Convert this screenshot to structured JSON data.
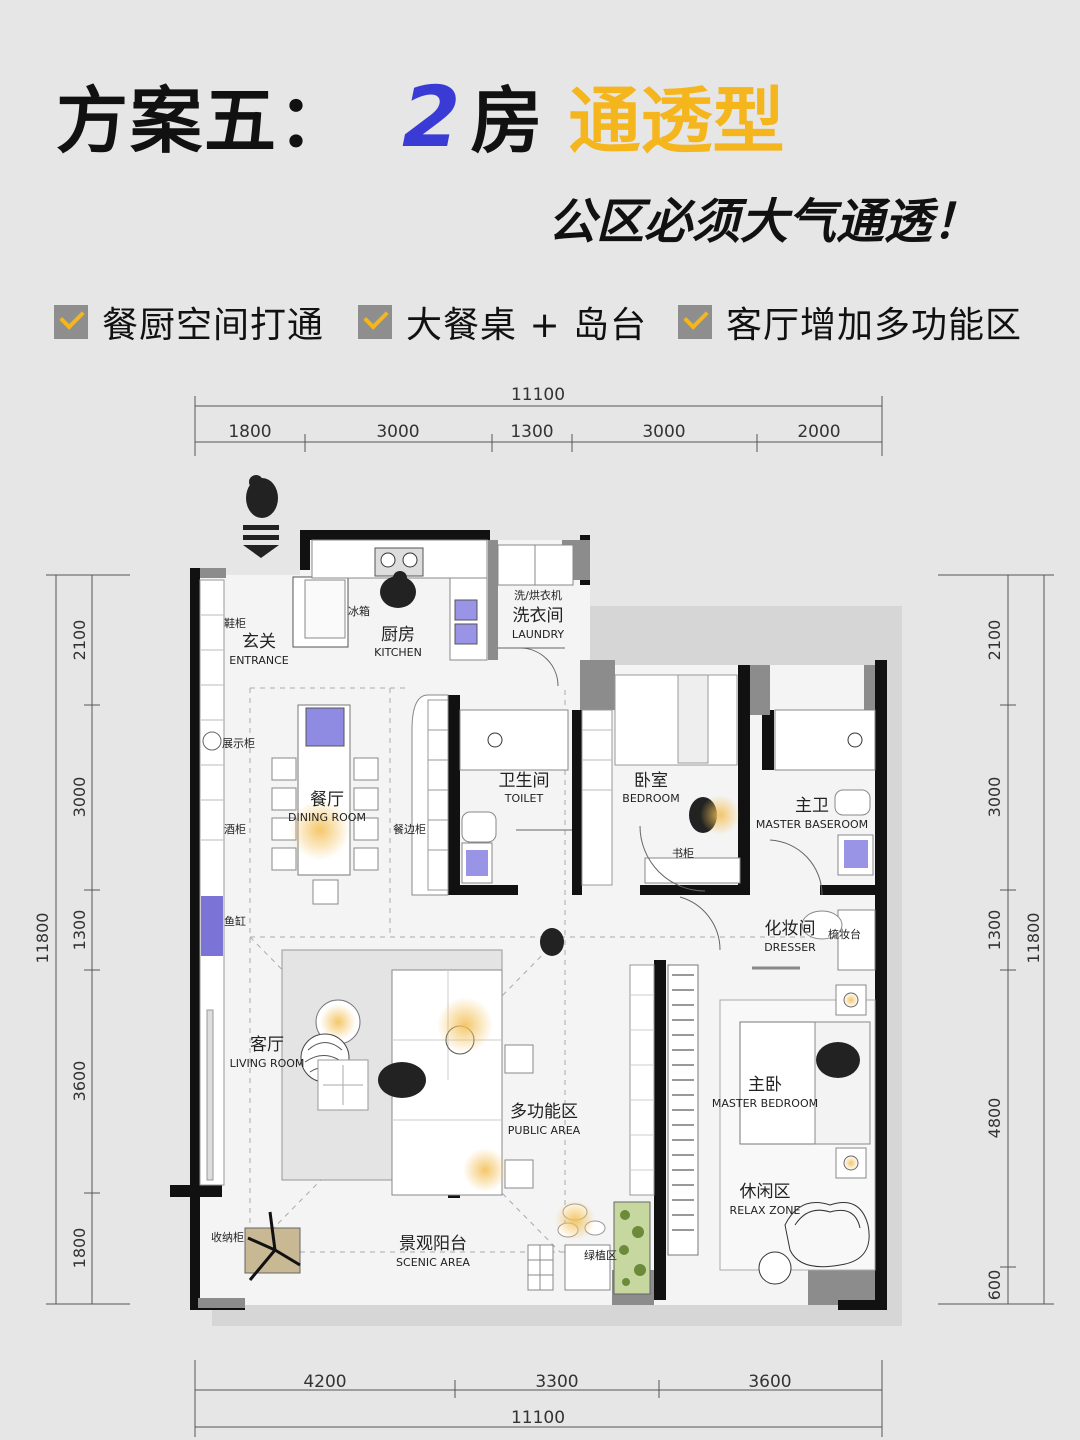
{
  "header": {
    "title_main": "方案五：",
    "title_number": "2",
    "title_room": "房",
    "title_type": "通透型",
    "subtitle": "公区必须大气通透！"
  },
  "features": [
    {
      "label": "餐厨空间打通"
    },
    {
      "label": "大餐桌 + 岛台"
    },
    {
      "label": "客厅增加多功能区"
    }
  ],
  "dimensions": {
    "top_total": "11100",
    "top_segments": [
      "1800",
      "3000",
      "1300",
      "3000",
      "2000"
    ],
    "bottom_segments": [
      "4200",
      "3300",
      "3600"
    ],
    "bottom_total": "11100",
    "left_total": "11800",
    "left_segments": [
      "2100",
      "3000",
      "1300",
      "3600",
      "1800"
    ],
    "right_total": "11800",
    "right_segments": [
      "2100",
      "3000",
      "1300",
      "4800",
      "600"
    ]
  },
  "rooms": {
    "entrance": {
      "cn": "玄关",
      "en": "ENTRANCE"
    },
    "kitchen": {
      "cn": "厨房",
      "en": "KITCHEN"
    },
    "laundry": {
      "cn": "洗衣间",
      "en": "LAUNDRY",
      "note": "洗/烘衣机"
    },
    "dining": {
      "cn": "餐厅",
      "en": "DINING ROOM"
    },
    "toilet": {
      "cn": "卫生间",
      "en": "TOILET"
    },
    "bedroom": {
      "cn": "卧室",
      "en": "BEDROOM"
    },
    "master_bath": {
      "cn": "主卫",
      "en": "MASTER BASEROOM"
    },
    "dresser": {
      "cn": "化妆间",
      "en": "DRESSER"
    },
    "living": {
      "cn": "客厅",
      "en": "LIVING ROOM"
    },
    "public_area": {
      "cn": "多功能区",
      "en": "PUBLIC AREA"
    },
    "master_bedroom": {
      "cn": "主卧",
      "en": "MASTER BEDROOM"
    },
    "relax": {
      "cn": "休闲区",
      "en": "RELAX ZONE"
    },
    "scenic": {
      "cn": "景观阳台",
      "en": "SCENIC AREA"
    }
  },
  "labels": {
    "shoe_cabinet": "鞋柜",
    "fridge": "冰箱",
    "display_cabinet": "展示柜",
    "wine_cabinet": "酒柜",
    "sideboard": "餐边柜",
    "fish_tank": "鱼缸",
    "desk": "书柜",
    "vanity": "梳妆台",
    "storage": "收纳柜",
    "planter": "绿植区"
  },
  "colors": {
    "accent_yellow": "#f5b51d",
    "accent_blue": "#3a3ad4",
    "wall": "#111111",
    "fixture_purple": "#9a94e6"
  }
}
